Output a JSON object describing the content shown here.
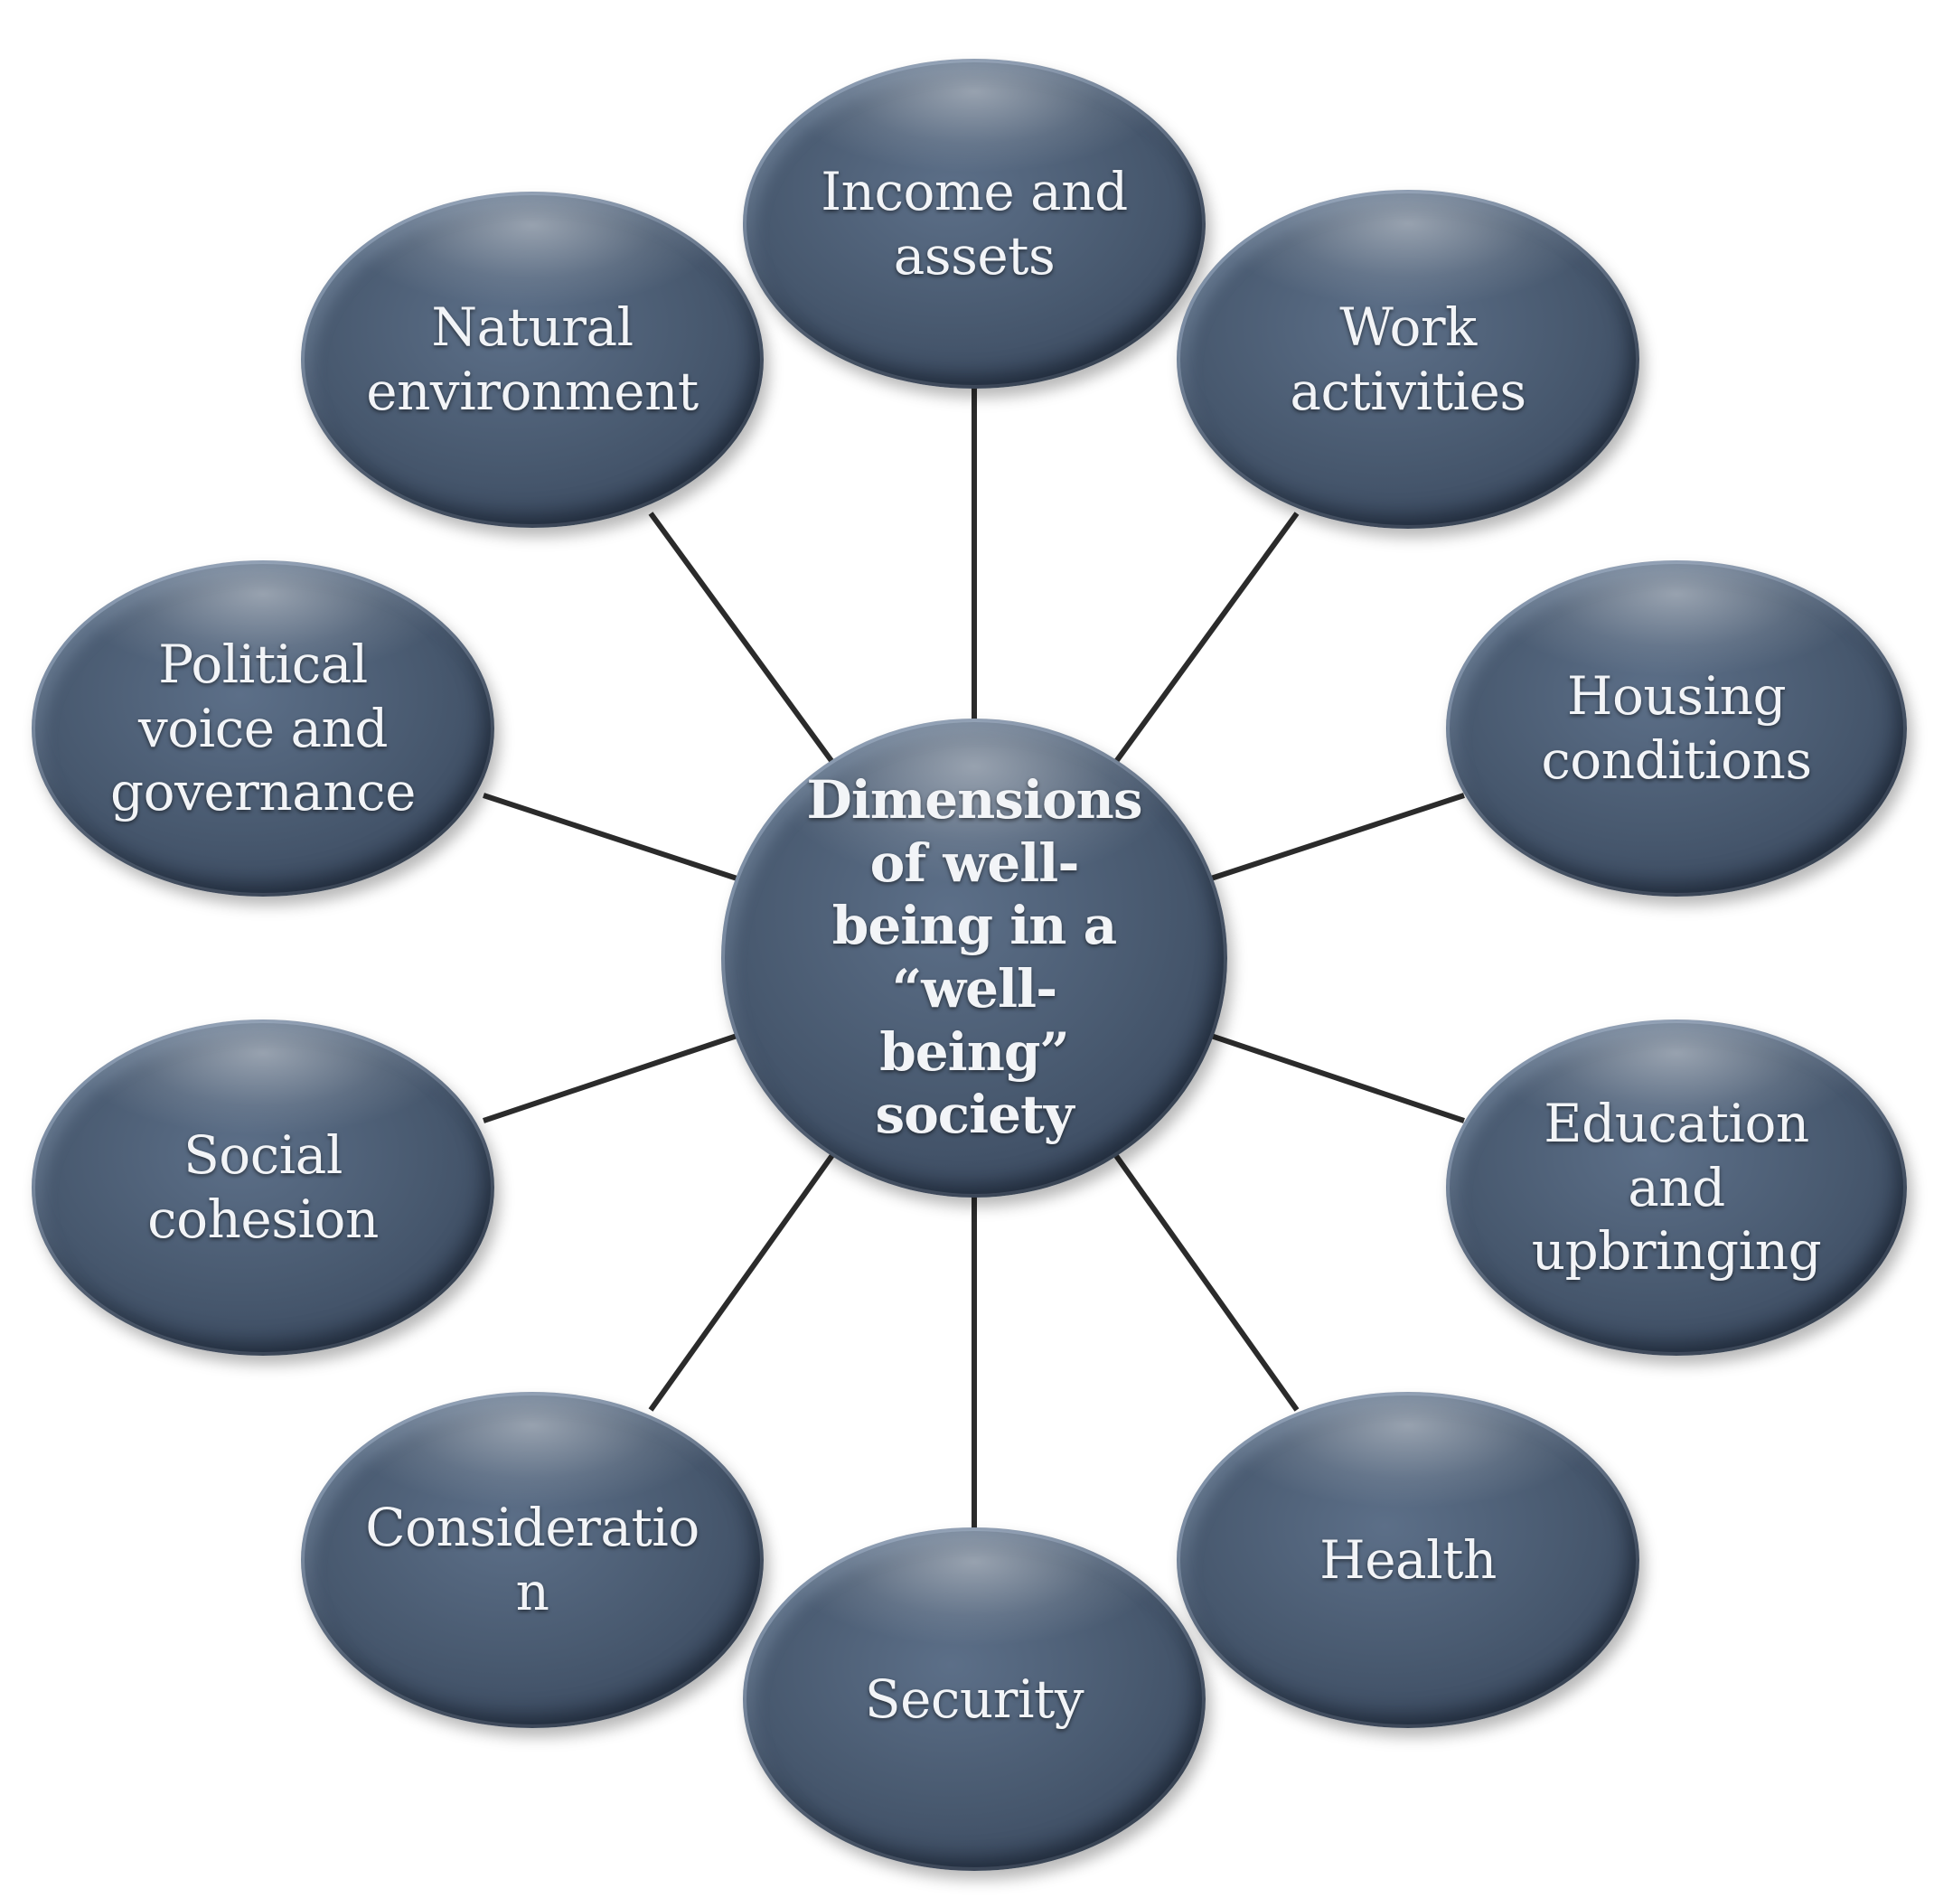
{
  "diagram": {
    "center": {
      "label": "Dimensions\nof well-\nbeing in a\n“well-\nbeing”\nsociety"
    },
    "nodes": [
      {
        "id": "income",
        "label": "Income and\nassets"
      },
      {
        "id": "work",
        "label": "Work\nactivities"
      },
      {
        "id": "housing",
        "label": "Housing\nconditions"
      },
      {
        "id": "education",
        "label": "Education\nand\nupbringing"
      },
      {
        "id": "health",
        "label": "Health"
      },
      {
        "id": "security",
        "label": "Security"
      },
      {
        "id": "consideration",
        "label": "Consideratio\nn"
      },
      {
        "id": "social",
        "label": "Social\ncohesion"
      },
      {
        "id": "political",
        "label": "Political\nvoice and\ngovernance"
      },
      {
        "id": "natural",
        "label": "Natural\nenvironment"
      }
    ],
    "colors": {
      "node_fill": "#48596f",
      "connector": "#2b2b2b"
    }
  }
}
